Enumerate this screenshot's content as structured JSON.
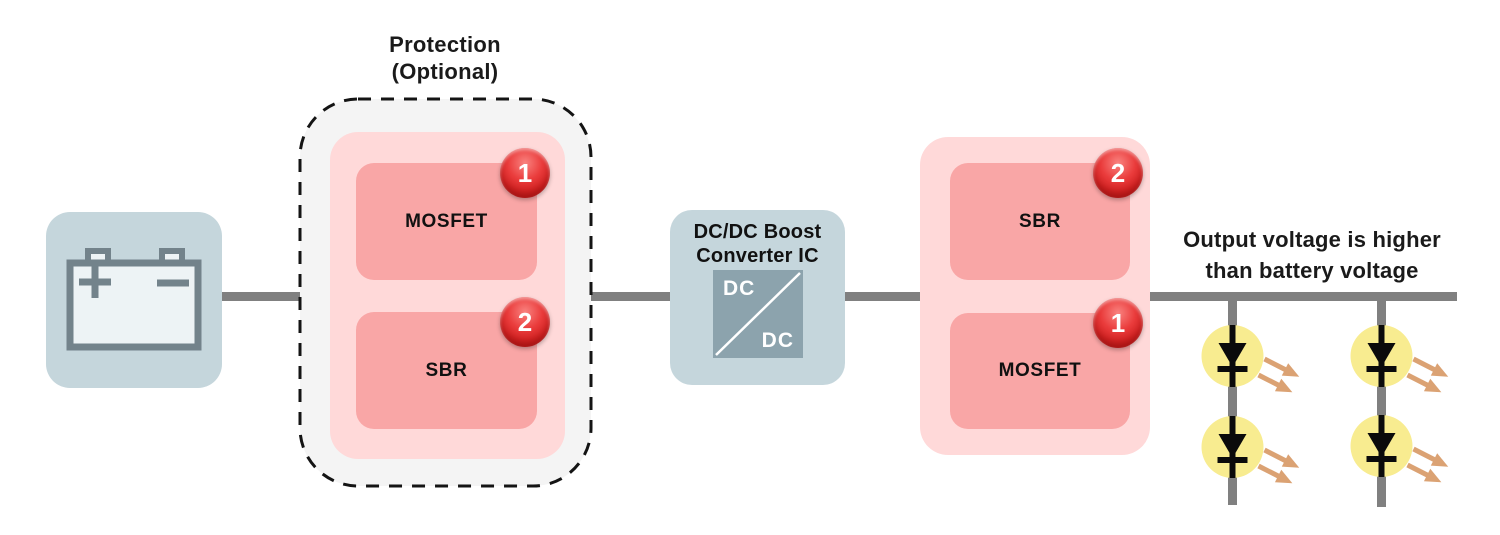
{
  "protection": {
    "title_line1": "Protection",
    "title_line2": "(Optional)",
    "components": [
      {
        "label": "MOSFET",
        "badge": "1"
      },
      {
        "label": "SBR",
        "badge": "2"
      }
    ]
  },
  "converter": {
    "title_line1": "DC/DC Boost",
    "title_line2": "Converter IC",
    "square_label_top": "DC",
    "square_label_bottom": "DC"
  },
  "output_stage": {
    "components": [
      {
        "label": "SBR",
        "badge": "2"
      },
      {
        "label": "MOSFET",
        "badge": "1"
      }
    ]
  },
  "annotation": {
    "line1": "Output voltage is higher",
    "line2": "than battery voltage"
  },
  "icons": {
    "battery": "battery-icon",
    "converter_square": "dc-dc-icon",
    "led": "led-icon",
    "led_count": 4
  },
  "colors": {
    "container_pink": "#FFD9D9",
    "component_pink": "#F9A6A6",
    "badge_red": "#D42424",
    "block_blue_gray": "#C5D6DC",
    "converter_square": "#8CA3AD",
    "wire": "#808080",
    "led_yellow": "#F8EC90",
    "arrow": "#DBA273",
    "protection_fill": "#F4F4F4",
    "text": "#1A1A1A"
  }
}
